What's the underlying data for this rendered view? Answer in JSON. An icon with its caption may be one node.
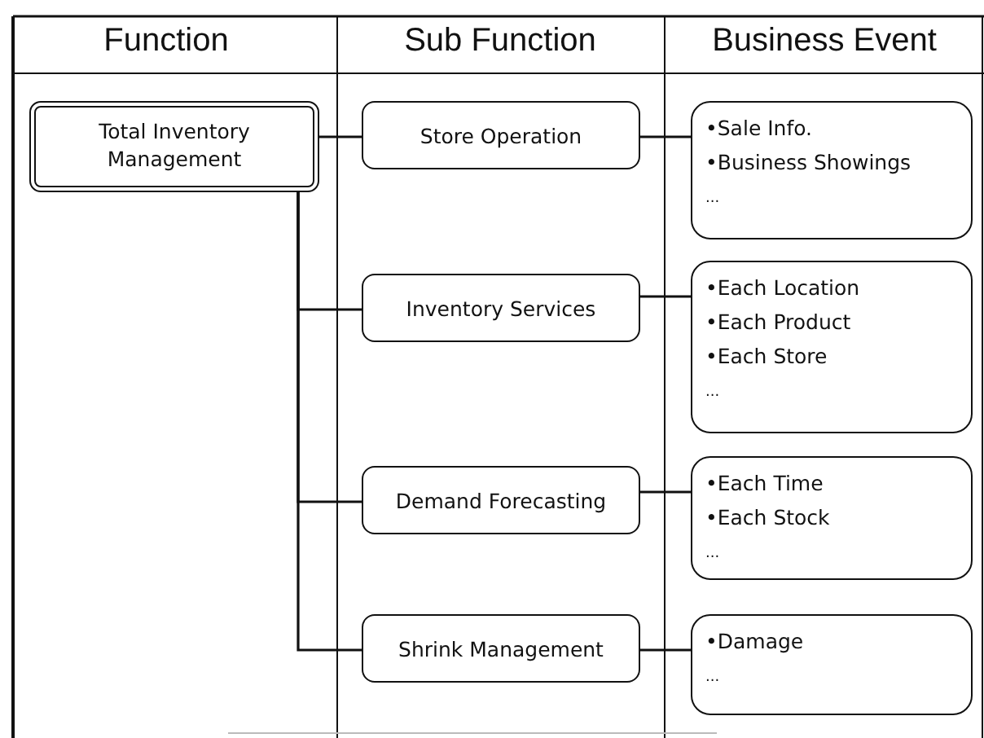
{
  "diagram": {
    "nodes": [
      {
        "text": [
          "Total Inventory Management"
        ]
      },
      {
        "text": [
          "Store Operation"
        ]
      },
      {
        "text": [
          "Inventory Services"
        ]
      },
      {
        "text": [
          "Demand Forecasting"
        ]
      },
      {
        "text": [
          "Shrink Management"
        ]
      },
      {
        "text": [
          "•Sale Info.",
          "•Business Showings",
          "..."
        ]
      },
      {
        "text": [
          "•Each Location",
          "•Each Product",
          "•Each Store",
          "..."
        ]
      },
      {
        "text": [
          "•Each Time",
          "•Each Stock",
          "..."
        ]
      },
      {
        "text": [
          "•Damage",
          "..."
        ]
      }
    ],
    "edges": [
      {
        "from": 0,
        "to": 1,
        "arrow": "none"
      },
      {
        "from": 0,
        "to": 2,
        "arrow": "none"
      },
      {
        "from": 0,
        "to": 3,
        "arrow": "none"
      },
      {
        "from": 0,
        "to": 4,
        "arrow": "none"
      },
      {
        "from": 1,
        "to": 5,
        "arrow": "none"
      },
      {
        "from": 2,
        "to": 6,
        "arrow": "none"
      },
      {
        "from": 3,
        "to": 7,
        "arrow": "none"
      },
      {
        "from": 4,
        "to": 8,
        "arrow": "none"
      }
    ],
    "labels": [
      "Function",
      "Sub Function",
      "Business Event"
    ]
  }
}
